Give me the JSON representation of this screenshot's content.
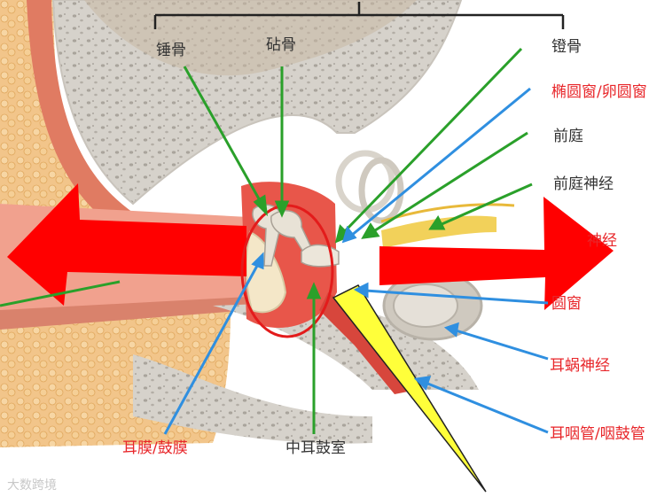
{
  "labels": {
    "malleus": "锤骨",
    "incus": "砧骨",
    "stapes": "镫骨",
    "oval_window": "椭圆窗/卵圆窗",
    "vestibule": "前庭",
    "vestibular_nerve": "前庭神经",
    "cochlea_partial": "神经",
    "round_window": "圆窗",
    "cochlear_nerve": "耳蜗神经",
    "eustachian_tube": "耳咽管/咽鼓管",
    "eardrum": "耳膜/鼓膜",
    "middle_ear_cavity": "中耳鼓室"
  },
  "watermark": "大数跨境",
  "colors": {
    "label_dark": "#333333",
    "label_red": "#e8262a",
    "arrow_red": "#ff0000",
    "pointer_green": "#2aa02a",
    "pointer_blue": "#2f8fe0",
    "highlight_yellow": "#ffff3a",
    "circle_red": "#e31b1b"
  }
}
